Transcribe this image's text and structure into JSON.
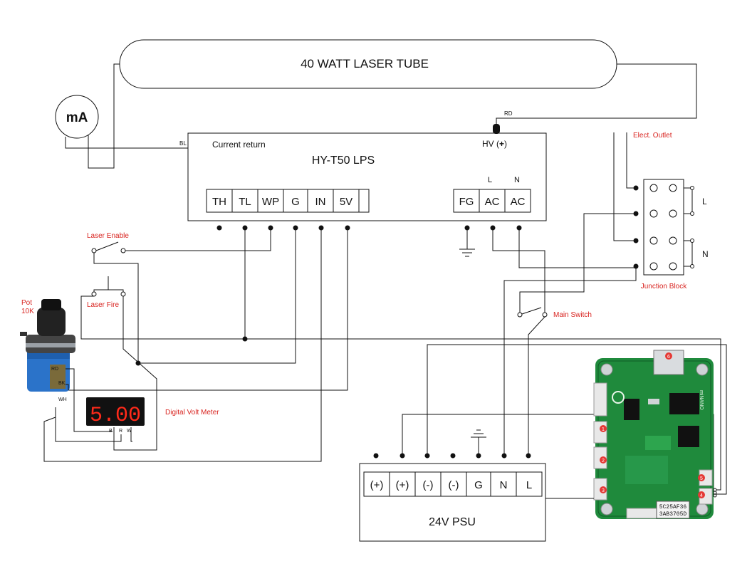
{
  "laser_tube": {
    "label": "40 WATT LASER TUBE"
  },
  "ammeter": {
    "label": "mA"
  },
  "wire_labels": {
    "bl": "BL",
    "rd": "RD"
  },
  "lps": {
    "title": "HY-T50 LPS",
    "current_return": "Current return",
    "hv_prefix": "HV (",
    "hv_sign": "+",
    "hv_suffix": ")",
    "left_terminals": [
      "TH",
      "TL",
      "WP",
      "G",
      "IN",
      "5V"
    ],
    "right_terminals": [
      "FG",
      "AC",
      "AC"
    ],
    "l_label": "L",
    "n_label": "N"
  },
  "junction_block": {
    "label": "Junction Block",
    "l_label": "L",
    "n_label": "N"
  },
  "elect_outlet": {
    "label": "Elect. Outlet"
  },
  "main_switch": {
    "label": "Main Switch"
  },
  "laser_enable": {
    "label": "Laser Enable"
  },
  "laser_fire": {
    "label": "Laser Fire"
  },
  "pot": {
    "label_line1": "Pot",
    "label_line2": "10K",
    "rd": "RD",
    "bk": "BK",
    "wh": "WH"
  },
  "voltmeter": {
    "reading": "5.00",
    "label": "Digital Volt Meter",
    "pins": [
      "B",
      "R",
      "W"
    ]
  },
  "psu": {
    "title": "24V PSU",
    "terminals": [
      "(+)",
      "(+)",
      "(-)",
      "(-)",
      "G",
      "N",
      "L"
    ]
  },
  "controller_board": {
    "sticker_line1": "5C25AF36",
    "sticker_line2": "3AB3705D",
    "brand": "miNANO",
    "connector_numbers": [
      "1",
      "2",
      "3",
      "4",
      "5",
      "6"
    ]
  },
  "colors": {
    "accent_red": "#d8231f",
    "board_green": "#1f8a3c",
    "pot_blue": "#2b73c9",
    "display_red": "#ff2a1a"
  }
}
